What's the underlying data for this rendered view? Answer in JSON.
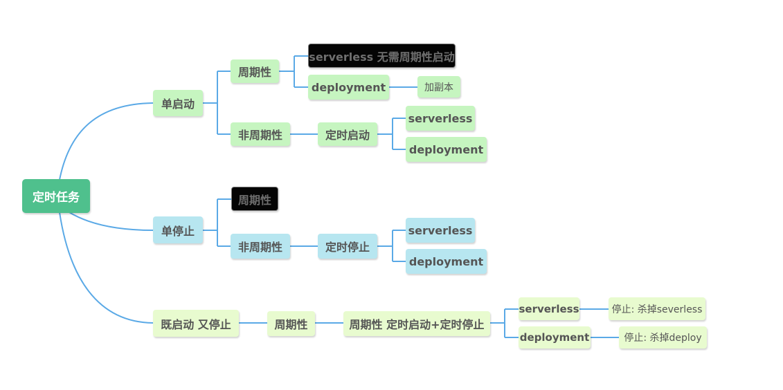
{
  "colors": {
    "line": "#5aa9e6",
    "root": "#4fc08d",
    "green_branch": "#c6f5c0",
    "blue_branch": "#b7e6f0",
    "yellow_branch": "#e8fbcf",
    "highlight": "#050505"
  },
  "root": {
    "label": "定时任务"
  },
  "start_only": {
    "label": "单启动",
    "periodic": {
      "label": "周期性",
      "serverless": "serverless 无需周期性启动",
      "deployment": "deployment",
      "deployment_note": "加副本"
    },
    "non_periodic": {
      "label": "非周期性",
      "action": "定时启动",
      "serverless": "serverless",
      "deployment": "deployment"
    }
  },
  "stop_only": {
    "label": "单停止",
    "periodic": {
      "label": "周期性"
    },
    "non_periodic": {
      "label": "非周期性",
      "action": "定时停止",
      "serverless": "serverless",
      "deployment": "deployment"
    }
  },
  "start_and_stop": {
    "label": "既启动 又停止",
    "periodic": {
      "label": "周期性"
    },
    "action": "周期性 定时启动+定时停止",
    "serverless": "serverless",
    "serverless_note": "停止: 杀掉severless",
    "deployment": "deployment",
    "deployment_note": "停止: 杀掉deploy"
  }
}
